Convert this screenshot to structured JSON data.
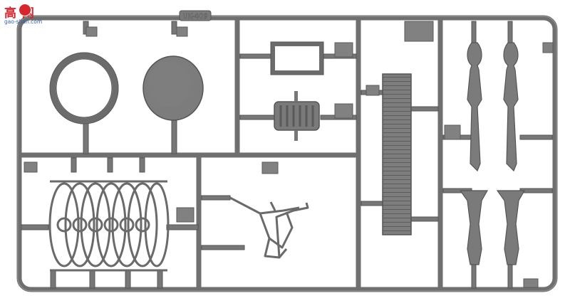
{
  "image": {
    "subject": "plastic model kit sprue",
    "sprue_code": "UK-409",
    "plastic_color": "#7b7b7b",
    "background_color": "#ffffff"
  },
  "watermark": {
    "main_text": "高 网",
    "sub_text": "gao-shan.com",
    "brand_color": "#d8262c",
    "sub_color": "#2f5fa8"
  }
}
